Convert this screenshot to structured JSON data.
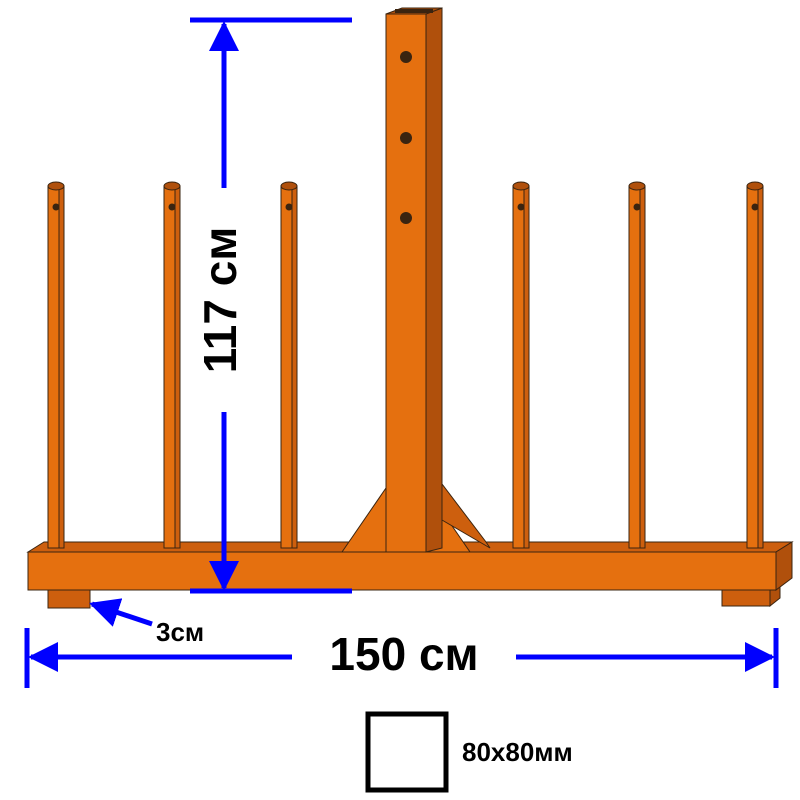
{
  "colors": {
    "frame_fill": "#e5700f",
    "frame_shade": "#cd5f0e",
    "frame_dark": "#b0500c",
    "outline": "#3a2410",
    "dimension": "#0000ff",
    "text": "#000000",
    "square_outline": "#000000"
  },
  "labels": {
    "height": "117 см",
    "width": "150 см",
    "foot_height": "3см",
    "profile": "80x80мм"
  },
  "icons": {
    "profile_square": "square-outline-icon"
  }
}
